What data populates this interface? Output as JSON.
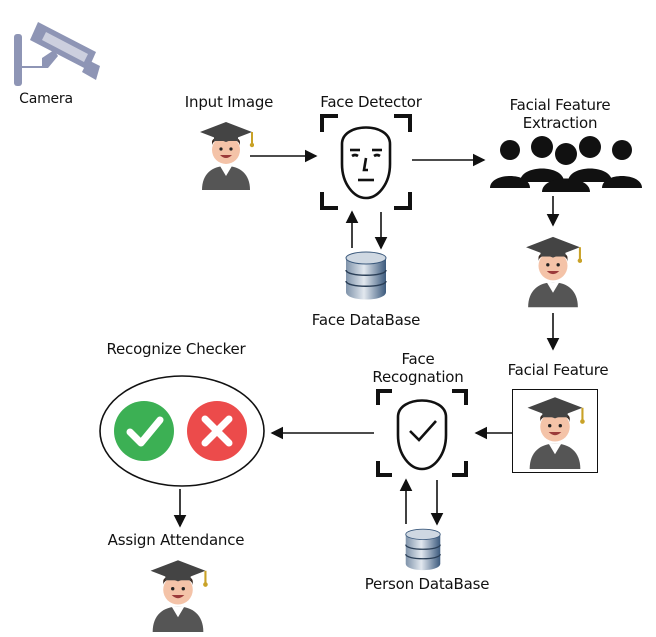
{
  "labels": {
    "camera": "Camera",
    "input_image": "Input Image",
    "face_detector": "Face Detector",
    "facial_feature_extraction": "Facial Feature Extraction",
    "face_database": "Face DataBase",
    "facial_feature": "Facial Feature",
    "face_recognation": "Face Recognation",
    "recognize_checker": "Recognize Checker",
    "person_database": "Person DataBase",
    "assign_attendance": "Assign Attendance"
  },
  "colors": {
    "accept": "#3cb054",
    "reject": "#ec4b4b",
    "camera": "#8e95b5",
    "database": "#3c5a7d",
    "skin": "#f4c3a8",
    "gown": "#555555",
    "cap": "#444444",
    "tassel": "#c9a227"
  },
  "icons": {
    "camera": "security-camera-icon",
    "student": "graduate-student-icon",
    "face_scan": "face-scan-icon",
    "face_verify": "face-verify-icon",
    "group": "user-group-icon",
    "database": "database-icon",
    "check": "check-icon",
    "cross": "cross-icon"
  }
}
